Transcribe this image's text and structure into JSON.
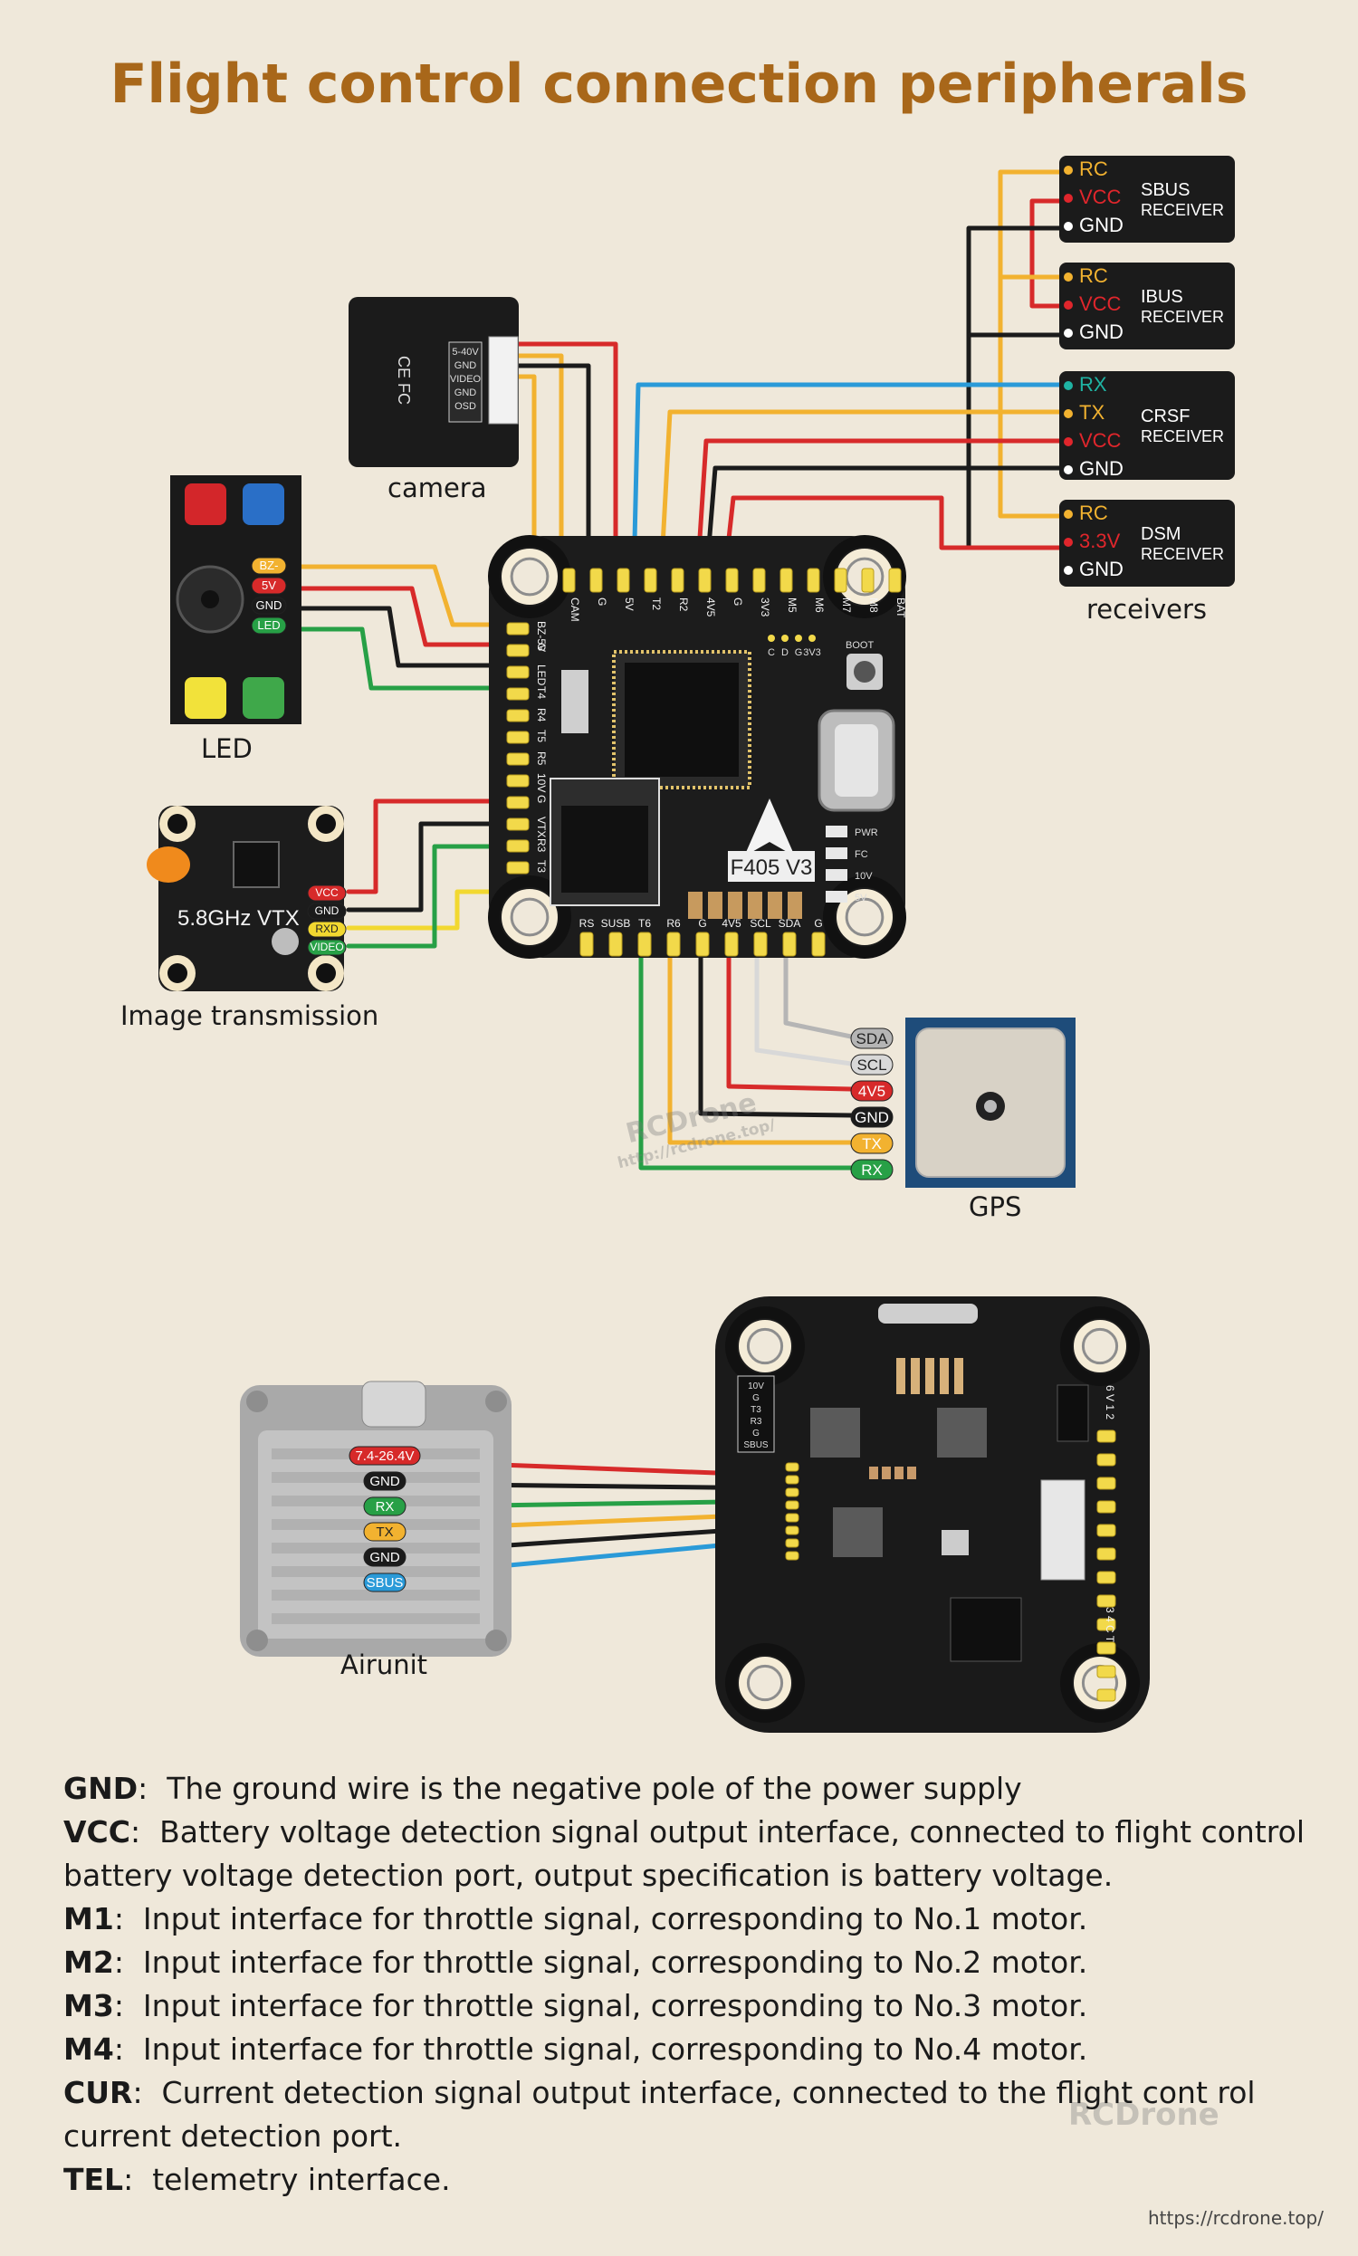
{
  "title": "Flight control connection peripherals",
  "board_label": "F405 V3",
  "camera": {
    "caption": "camera",
    "cert": "CE FC",
    "pins": [
      "5-40V",
      "GND",
      "VIDEO",
      "GND",
      "OSD"
    ]
  },
  "led": {
    "caption": "LED",
    "pins": [
      {
        "label": "BZ-",
        "color": "#f2b230"
      },
      {
        "label": "5V",
        "color": "#d72a2a"
      },
      {
        "label": "GND",
        "color": "#1b1b1b"
      },
      {
        "label": "LED",
        "color": "#27a046"
      }
    ]
  },
  "vtx": {
    "caption": "Image transmission",
    "name": "5.8GHz VTX",
    "pins": [
      {
        "label": "VCC",
        "color": "#d72a2a"
      },
      {
        "label": "GND",
        "color": "#1b1b1b"
      },
      {
        "label": "RXD",
        "color": "#f2d830"
      },
      {
        "label": "VIDEO",
        "color": "#27a046"
      }
    ]
  },
  "receivers": {
    "caption": "receivers",
    "items": [
      {
        "name": "SBUS",
        "sub": "RECEIVER",
        "pins": [
          {
            "label": "RC",
            "color": "#f2b230"
          },
          {
            "label": "VCC",
            "color": "#e0262c"
          },
          {
            "label": "GND",
            "color": "#ffffff"
          }
        ]
      },
      {
        "name": "IBUS",
        "sub": "RECEIVER",
        "pins": [
          {
            "label": "RC",
            "color": "#f2b230"
          },
          {
            "label": "VCC",
            "color": "#e0262c"
          },
          {
            "label": "GND",
            "color": "#ffffff"
          }
        ]
      },
      {
        "name": "CRSF",
        "sub": "RECEIVER",
        "pins": [
          {
            "label": "RX",
            "color": "#1fb3a3"
          },
          {
            "label": "TX",
            "color": "#f2b230"
          },
          {
            "label": "VCC",
            "color": "#e0262c"
          },
          {
            "label": "GND",
            "color": "#ffffff"
          }
        ]
      },
      {
        "name": "DSM",
        "sub": "RECEIVER",
        "pins": [
          {
            "label": "RC",
            "color": "#f2b230"
          },
          {
            "label": "3.3V",
            "color": "#e0262c"
          },
          {
            "label": "GND",
            "color": "#ffffff"
          }
        ]
      }
    ]
  },
  "gps": {
    "caption": "GPS",
    "pins": [
      {
        "label": "SDA",
        "color": "#b5b5b5"
      },
      {
        "label": "SCL",
        "color": "#d8d8d8"
      },
      {
        "label": "4V5",
        "color": "#d72a2a"
      },
      {
        "label": "GND",
        "color": "#1b1b1b"
      },
      {
        "label": "TX",
        "color": "#f2b230"
      },
      {
        "label": "RX",
        "color": "#27a046"
      }
    ]
  },
  "board_top_pads": [
    "CAM",
    "G",
    "5V",
    "T2",
    "R2",
    "4V5",
    "G",
    "3V3",
    "M5",
    "M6",
    "M7",
    "M8",
    "BAT"
  ],
  "board_left_pads": [
    "BZ-5V",
    "G",
    "LED",
    "T4",
    "R4",
    "T5",
    "R5",
    "10V",
    "G",
    "VTX",
    "R3",
    "T3"
  ],
  "board_bottom_pads": [
    "RS",
    "SUSB",
    "T6",
    "R6",
    "G",
    "4V5",
    "SCL",
    "SDA",
    "G"
  ],
  "board_small_pads": [
    "C",
    "D",
    "G",
    "3V3"
  ],
  "board_boot": "BOOT",
  "board_leds": [
    "PWR",
    "FC",
    "10V",
    "5V"
  ],
  "airunit": {
    "caption": "Airunit",
    "pins": [
      {
        "label": "7.4-26.4V",
        "color": "#d72a2a"
      },
      {
        "label": "GND",
        "color": "#1b1b1b"
      },
      {
        "label": "RX",
        "color": "#27a046"
      },
      {
        "label": "TX",
        "color": "#f2b230"
      },
      {
        "label": "GND",
        "color": "#1b1b1b"
      },
      {
        "label": "SBUS",
        "color": "#2a9ad8"
      }
    ]
  },
  "pdb": {
    "pads_text": [
      "10V",
      "G",
      "T3",
      "R3",
      "G",
      "SBUS"
    ],
    "right_top": "6 V 1 2",
    "right_bottom": "3 4 C T"
  },
  "legend": [
    {
      "key": "GND",
      "text": "The ground wire is the negative pole of the power supply"
    },
    {
      "key": "VCC",
      "text": "Battery voltage detection signal output interface, connected to flight control battery voltage detection port, output specification is battery voltage."
    },
    {
      "key": "M1",
      "text": "Input interface for throttle signal, corresponding to No.1 motor."
    },
    {
      "key": "M2",
      "text": "Input interface for throttle signal, corresponding to No.2 motor."
    },
    {
      "key": "M3",
      "text": "Input interface for throttle signal, corresponding to No.3 motor."
    },
    {
      "key": "M4",
      "text": "Input interface for throttle signal, corresponding to No.4 motor."
    },
    {
      "key": "CUR",
      "text": "Current detection signal output interface, connected to the flight cont rol current detection port."
    },
    {
      "key": "TEL",
      "text": "telemetry interface."
    }
  ],
  "watermark": "RCDrone",
  "watermark_url": "http://rcdrone.top/",
  "footer_url": "https://rcdrone.top/"
}
